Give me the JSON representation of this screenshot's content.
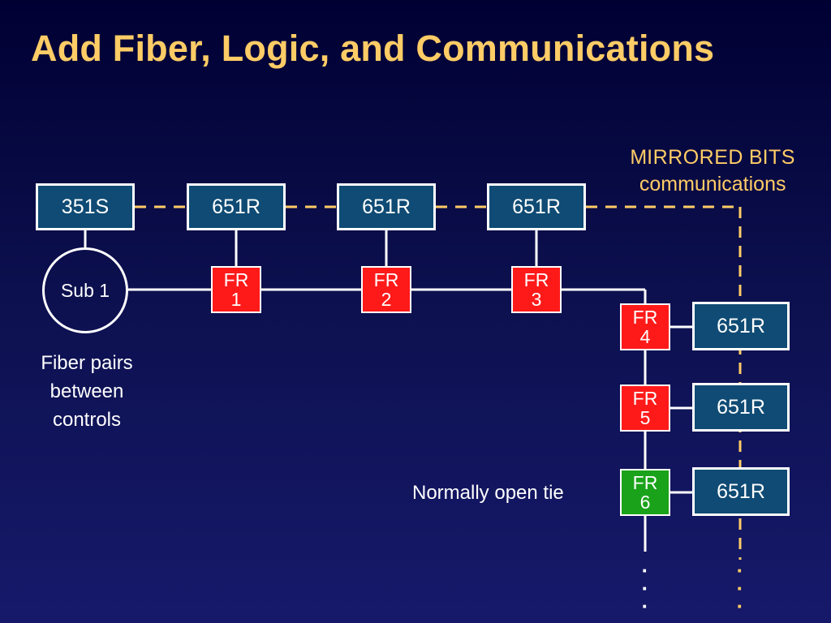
{
  "title": "Add Fiber, Logic, and Communications",
  "colors": {
    "background_top": "#000033",
    "background_bottom": "#16196a",
    "title": "#ffcc66",
    "relay_box": "#0f4b74",
    "fiber_relay": "#ff1a1a",
    "normally_open_relay": "#1aa31a",
    "comms_line": "#ffcc66",
    "fiber_line": "#ffffff"
  },
  "mirrored_bits_label": {
    "line1_a": "M",
    "line1_b": "IRRORED",
    "line1_c": " B",
    "line1_d": "ITS",
    "line2": "communications"
  },
  "relays_top": [
    "351S",
    "651R",
    "651R",
    "651R"
  ],
  "relays_right": [
    "651R",
    "651R",
    "651R"
  ],
  "substation": "Sub 1",
  "fiber_note": [
    "Fiber pairs",
    "between",
    "controls"
  ],
  "normally_open_label": "Normally open tie",
  "fr_nodes": [
    {
      "label": "FR",
      "num": "1",
      "state": "closed"
    },
    {
      "label": "FR",
      "num": "2",
      "state": "closed"
    },
    {
      "label": "FR",
      "num": "3",
      "state": "closed"
    },
    {
      "label": "FR",
      "num": "4",
      "state": "closed"
    },
    {
      "label": "FR",
      "num": "5",
      "state": "closed"
    },
    {
      "label": "FR",
      "num": "6",
      "state": "normally open"
    }
  ]
}
